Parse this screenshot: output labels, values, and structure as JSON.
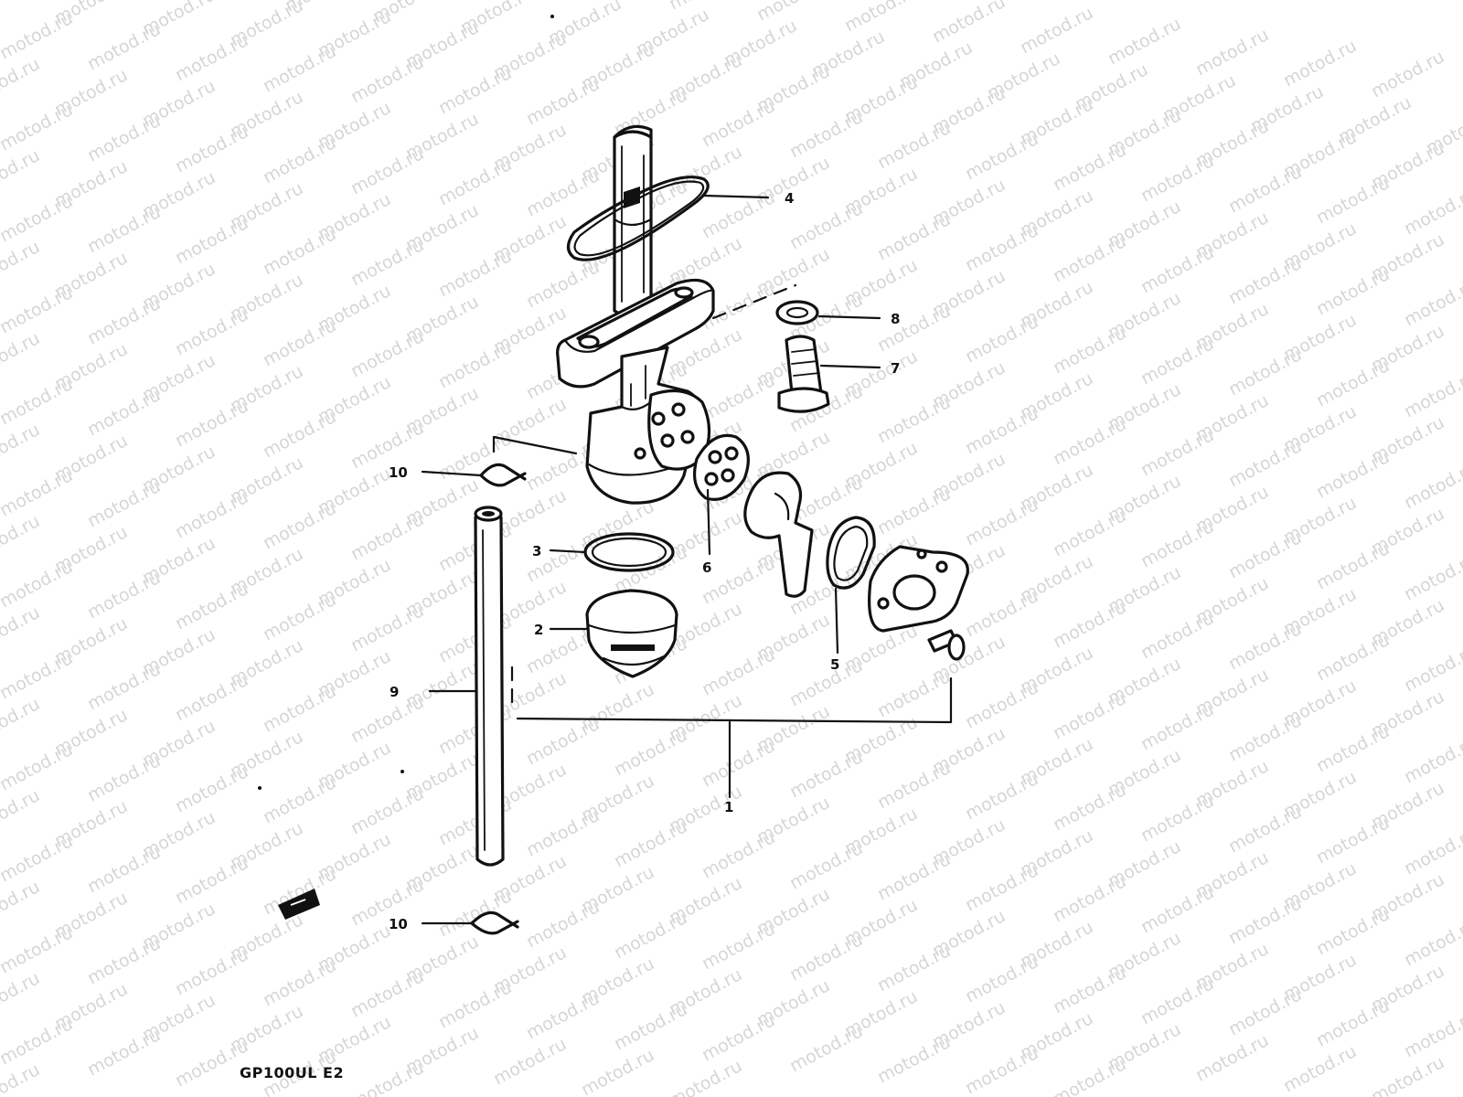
{
  "watermark": {
    "text": "motod.ru"
  },
  "diagram": {
    "callouts": [
      {
        "id": "1",
        "label": "1"
      },
      {
        "id": "2",
        "label": "2"
      },
      {
        "id": "3",
        "label": "3"
      },
      {
        "id": "4",
        "label": "4"
      },
      {
        "id": "5",
        "label": "5"
      },
      {
        "id": "6",
        "label": "6"
      },
      {
        "id": "7",
        "label": "7"
      },
      {
        "id": "8",
        "label": "8"
      },
      {
        "id": "9",
        "label": "9"
      },
      {
        "id": "10a",
        "label": "10"
      },
      {
        "id": "10b",
        "label": "10"
      }
    ],
    "model_code": "GP100UL E2"
  }
}
